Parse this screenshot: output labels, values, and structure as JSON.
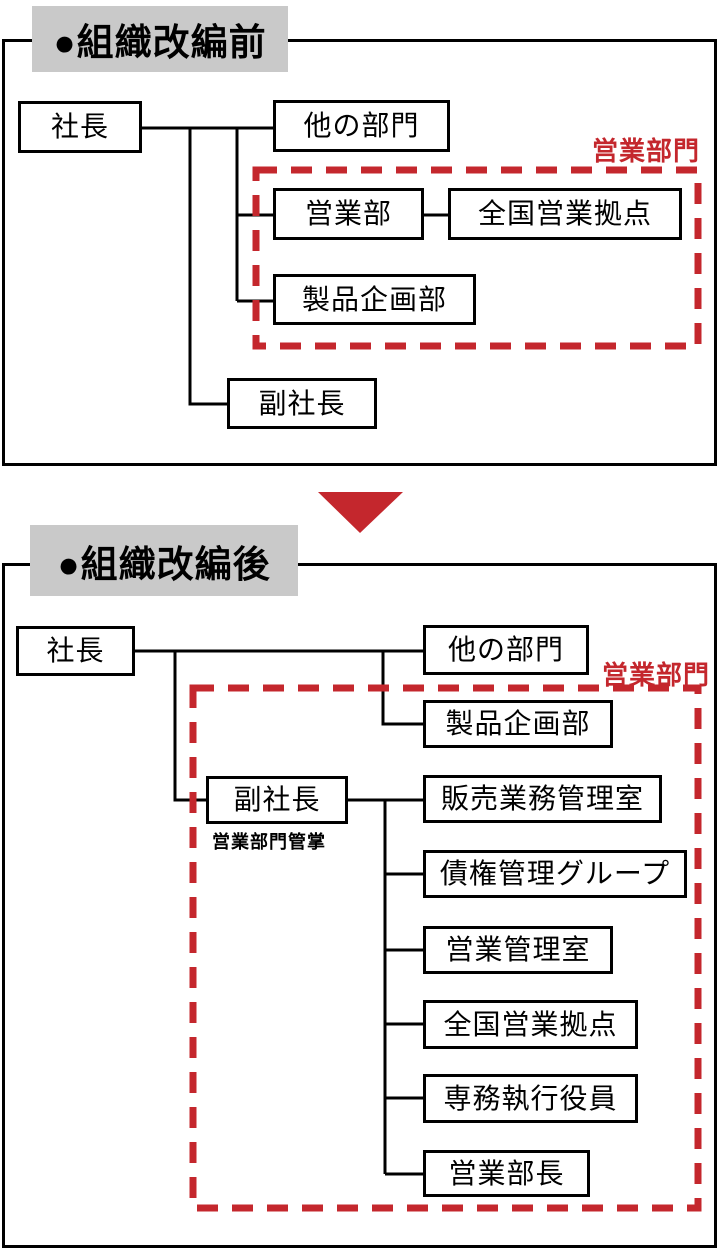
{
  "colors": {
    "accent_red": "#c4272d",
    "header_bg": "#c9c9c9",
    "line_black": "#000000",
    "box_bg": "#ffffff"
  },
  "before": {
    "title": "●組織改編前",
    "division_label": "営業部門",
    "nodes": {
      "president": "社長",
      "other_departments": "他の部門",
      "sales_department": "営業部",
      "national_sales_bases": "全国営業拠点",
      "product_planning": "製品企画部",
      "vice_president": "副社長"
    }
  },
  "after": {
    "title": "●組織改編後",
    "division_label": "営業部門",
    "nodes": {
      "president": "社長",
      "other_departments": "他の部門",
      "product_planning": "製品企画部",
      "vice_president": "副社長",
      "vice_president_note": "営業部門管掌",
      "sales_operations_office": "販売業務管理室",
      "receivables_group": "債権管理グループ",
      "sales_management_office": "営業管理室",
      "national_sales_bases": "全国営業拠点",
      "senior_executive_officer": "専務執行役員",
      "sales_department_head": "営業部長"
    }
  }
}
